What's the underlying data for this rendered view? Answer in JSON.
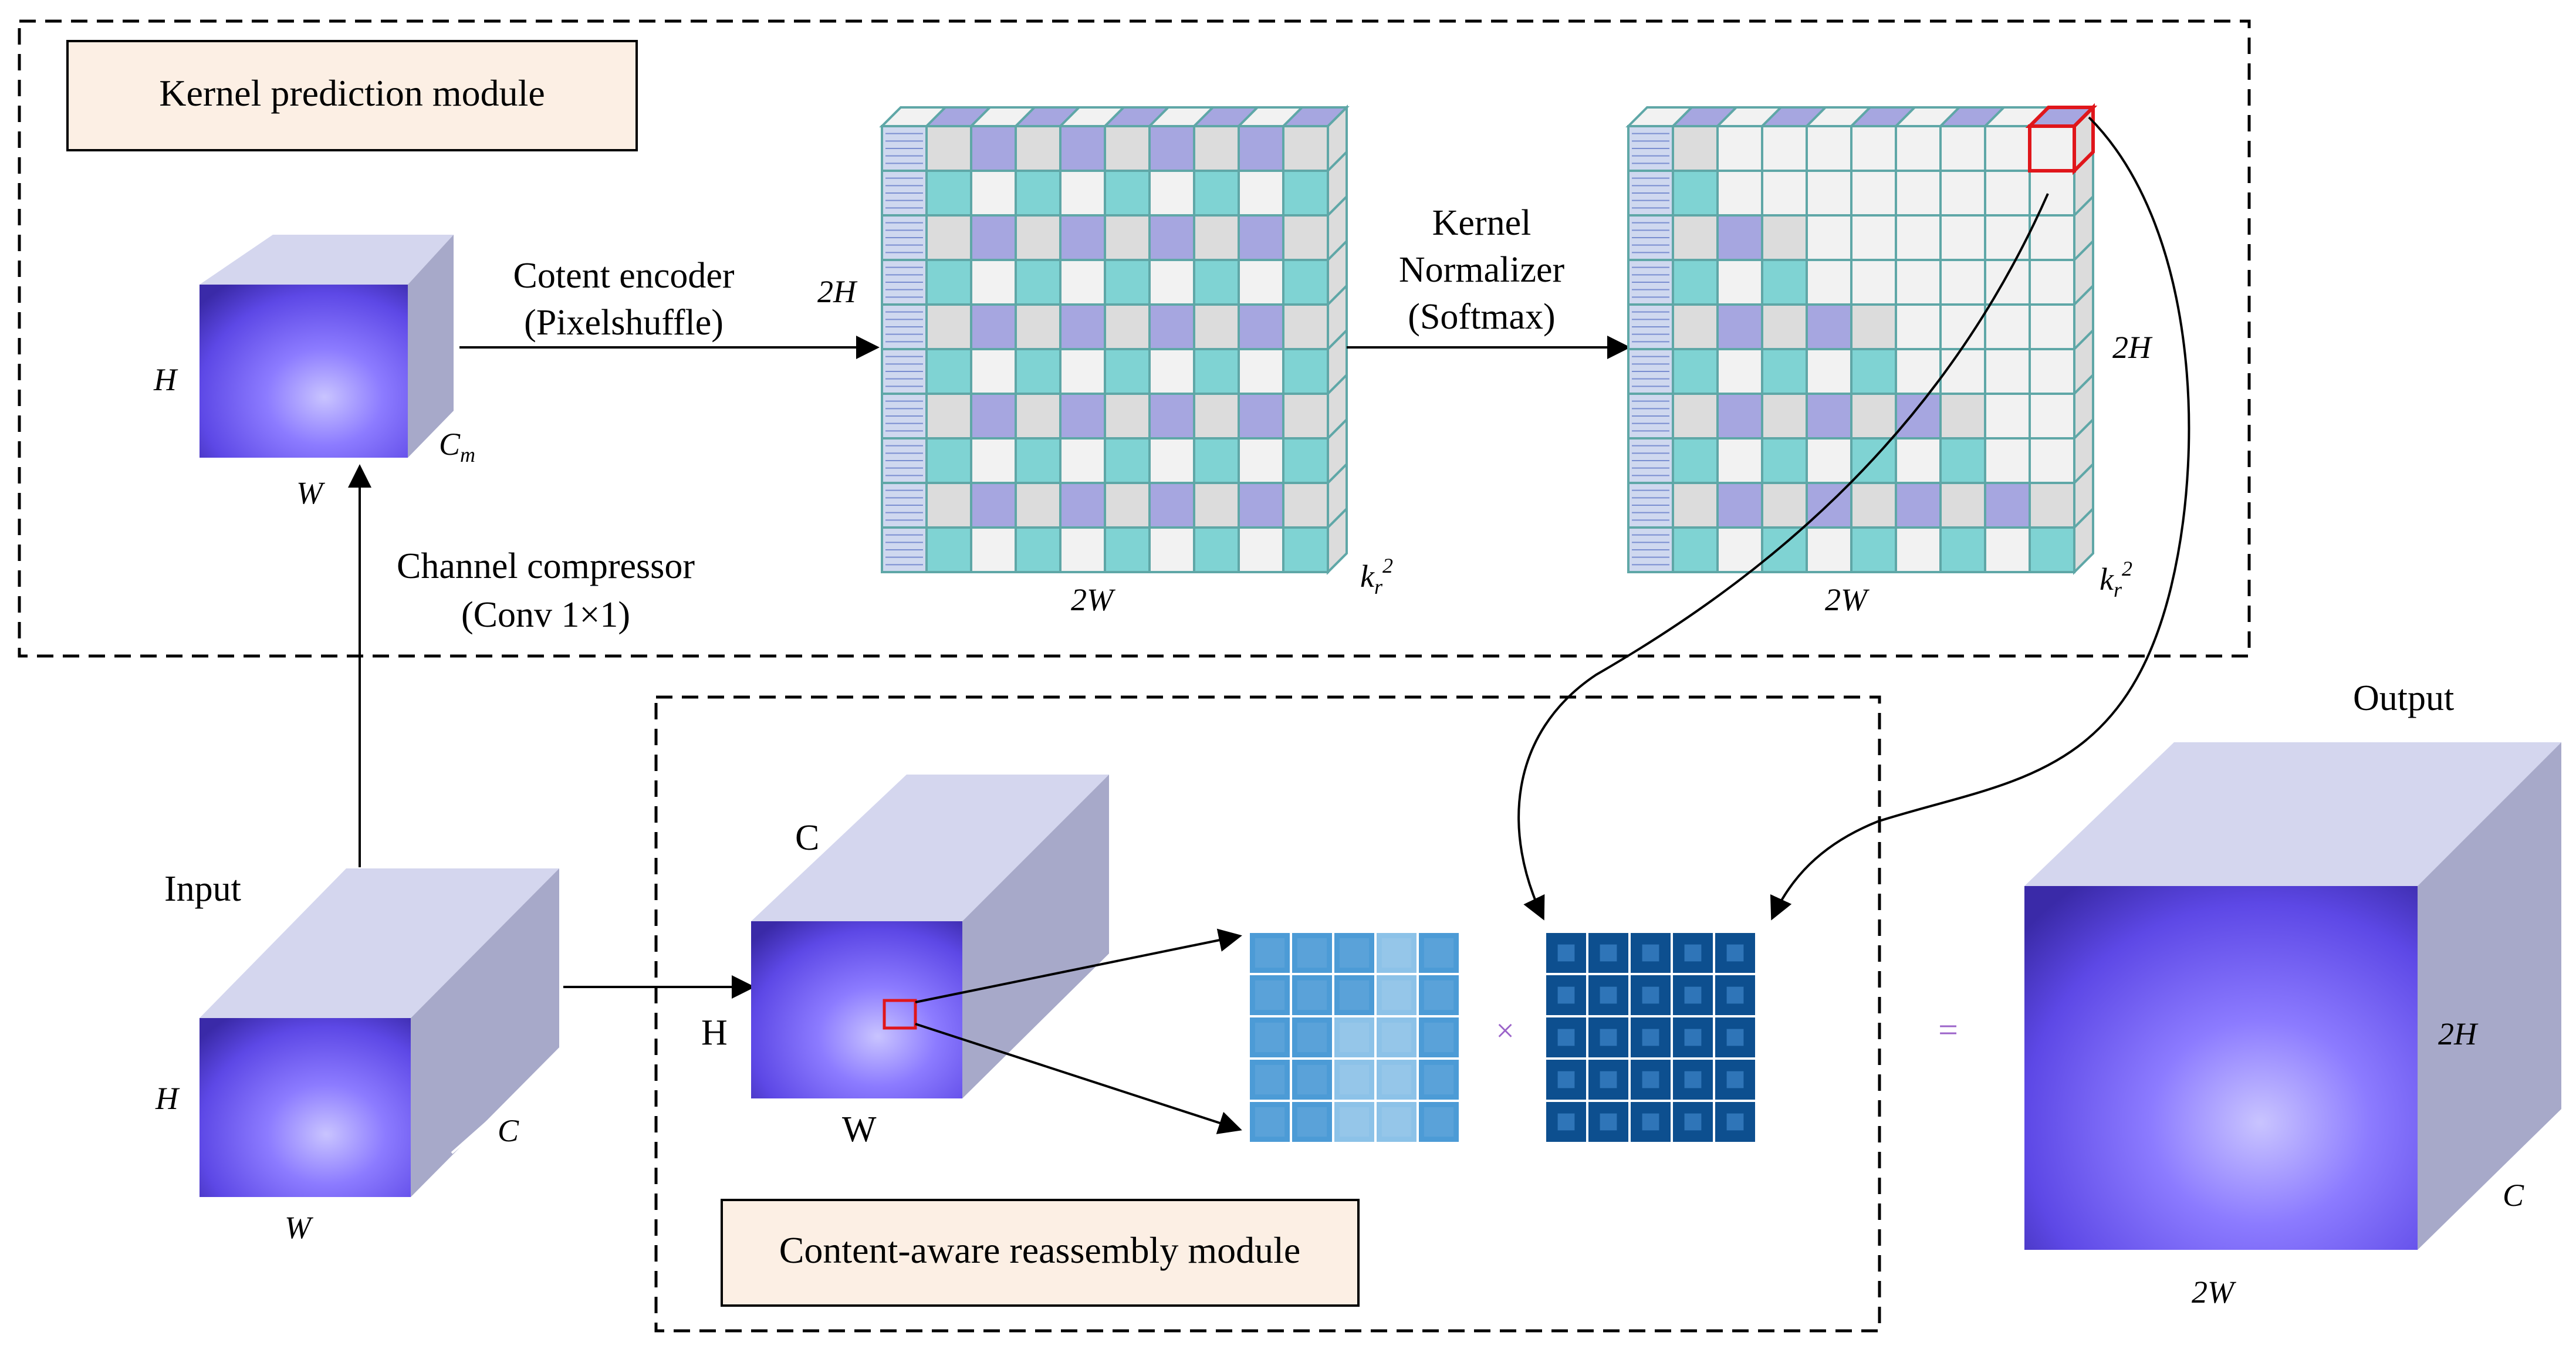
{
  "modules": {
    "kernel_prediction": {
      "title": "Kernel prediction module"
    },
    "content_aware": {
      "title": "Content-aware reassembly module"
    }
  },
  "small_feature": {
    "h": "H",
    "w": "W",
    "c_base": "C",
    "c_sub": "m"
  },
  "encoder": {
    "line1": "Cotent encoder",
    "line2": "(Pixelshuffle)"
  },
  "grid1": {
    "h": "2H",
    "w": "2W",
    "k_base": "k",
    "k_sub": "r",
    "k_sup": "2"
  },
  "normalizer": {
    "line1": "Kernel",
    "line2": "Normalizer",
    "line3": "(Softmax)"
  },
  "grid2": {
    "h": "2H",
    "w": "2W",
    "k_base": "k",
    "k_sub": "r",
    "k_sup": "2"
  },
  "compressor": {
    "line1": "Channel compressor",
    "line2": "(Conv 1×1)"
  },
  "input": {
    "title": "Input",
    "h": "H",
    "w": "W",
    "c": "C"
  },
  "mid_feature": {
    "c": "C",
    "h": "H",
    "w": "W"
  },
  "operators": {
    "times": "×",
    "equals": "="
  },
  "output": {
    "title": "Output",
    "h": "2H",
    "w": "2W",
    "c": "C"
  },
  "colors": {
    "teal": "#7fd3d3",
    "lavender": "#a6a6e0",
    "light_gray": "#dcdcdc",
    "near_white": "#f2f2f2",
    "grid_border": "#5fa7a7",
    "cube_top": "#d4d6ee",
    "cube_side": "#a7a9c9",
    "feature_purple": "#6f5bf0",
    "highlight_red": "#e0161b",
    "patch_blue": "#5aa7dc",
    "kernel_navy": "#0d4f8f",
    "operator_purple": "#9b63c9"
  },
  "icons": {
    "times": "multiplication-sign",
    "equals": "equals-sign"
  }
}
